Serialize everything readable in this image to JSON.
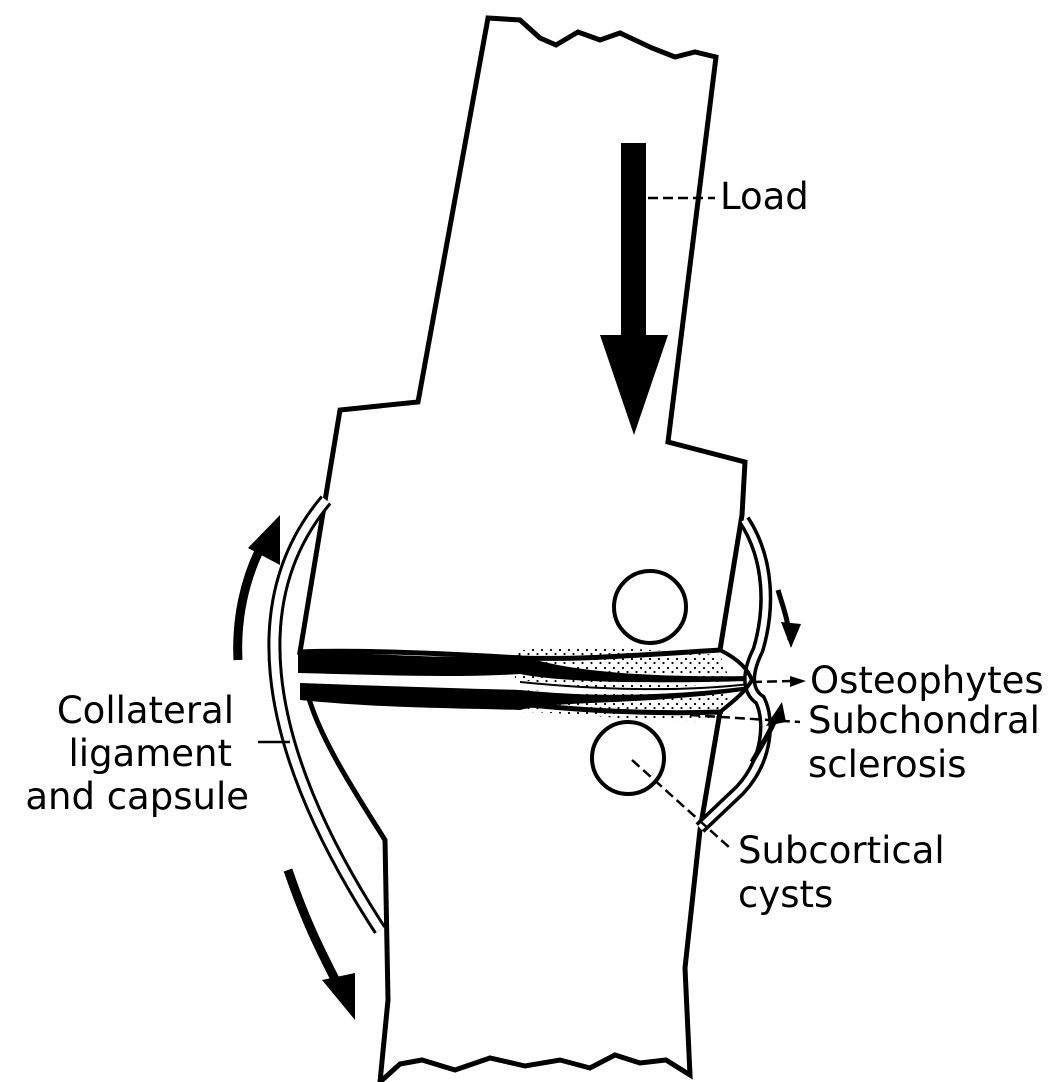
{
  "labels": {
    "load": "Load",
    "osteophytes": "Osteophytes",
    "subchondral": [
      "Subchondral",
      "sclerosis"
    ],
    "subcortical": [
      "Subcortical",
      "cysts"
    ],
    "collateral": [
      "Collateral",
      "ligament",
      "and capsule"
    ]
  },
  "colors": {
    "ink": "#000000",
    "paper": "#ffffff"
  }
}
